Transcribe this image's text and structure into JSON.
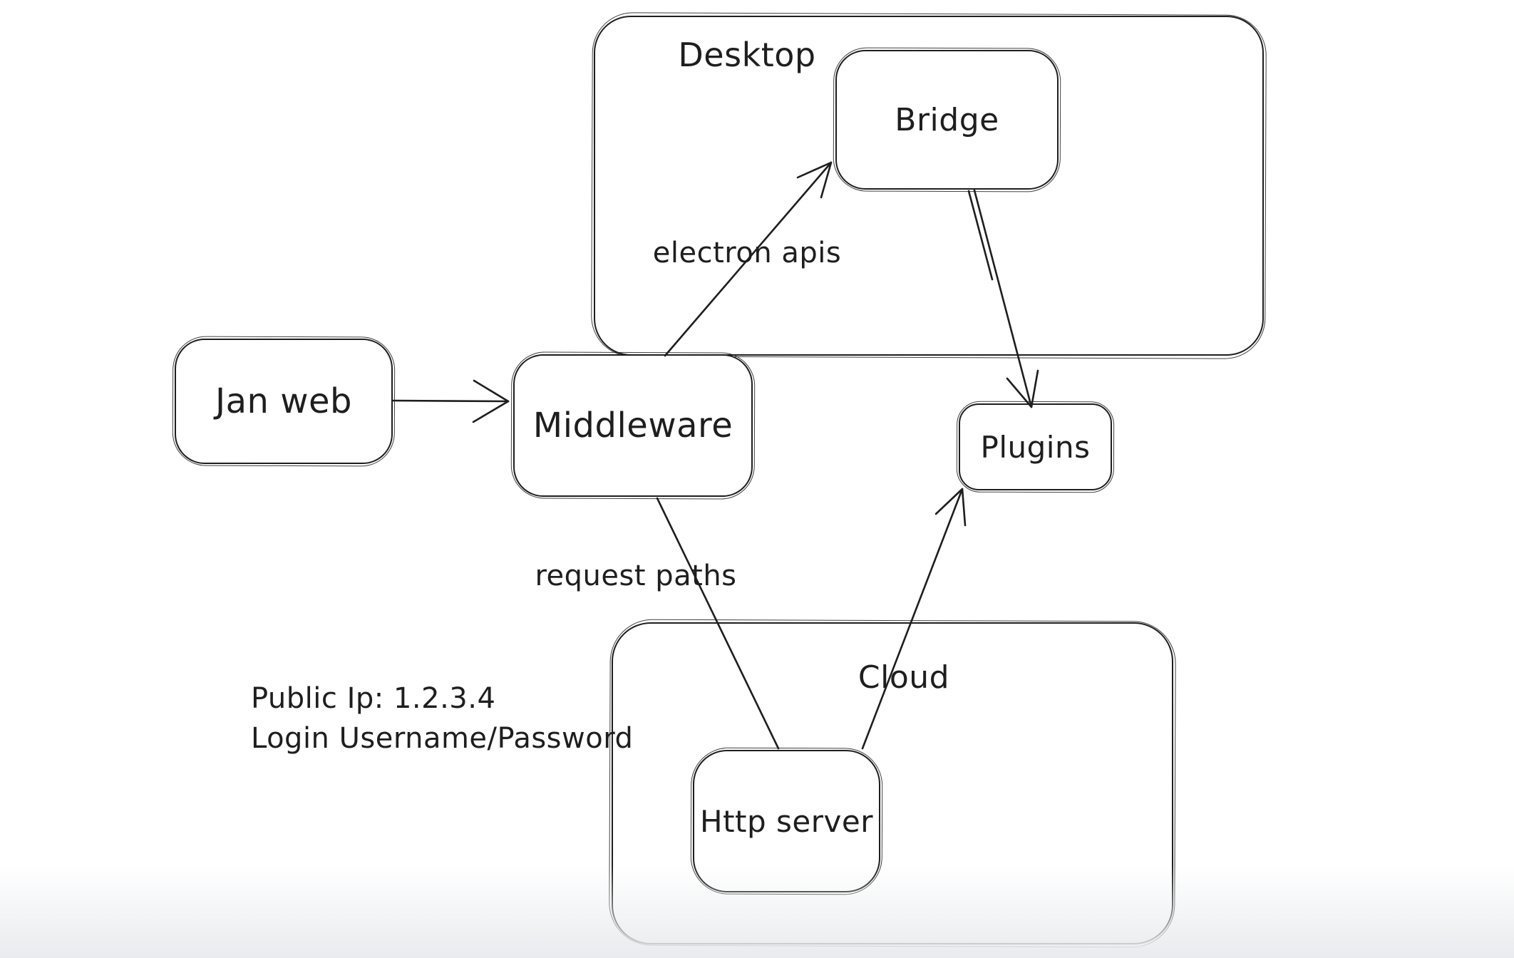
{
  "canvas": {
    "background": "#ffffff",
    "stroke_color": "#1e1e1e"
  },
  "containers": [
    {
      "id": "desktop",
      "label": "Desktop"
    },
    {
      "id": "cloud",
      "label": "Cloud"
    }
  ],
  "nodes": [
    {
      "id": "jan-web",
      "label": "Jan web"
    },
    {
      "id": "middleware",
      "label": "Middleware"
    },
    {
      "id": "bridge",
      "label": "Bridge"
    },
    {
      "id": "plugins",
      "label": "Plugins"
    },
    {
      "id": "http-server",
      "label": "Http server"
    }
  ],
  "edges": [
    {
      "id": "janweb-middleware",
      "from": "Jan web",
      "to": "Middleware",
      "label": "",
      "arrowhead": true
    },
    {
      "id": "middleware-bridge",
      "from": "Middleware",
      "to": "Bridge",
      "label": "electron apis",
      "arrowhead": true
    },
    {
      "id": "bridge-plugins",
      "from": "Bridge",
      "to": "Plugins",
      "label": "",
      "arrowhead": true
    },
    {
      "id": "middleware-httpserver",
      "from": "Middleware",
      "to": "Http server",
      "label": "request paths",
      "arrowhead": false
    },
    {
      "id": "httpserver-plugins",
      "from": "Http server",
      "to": "Plugins",
      "label": "",
      "arrowhead": true
    }
  ],
  "annotation": {
    "line1": "Public Ip: 1.2.3.4",
    "line2": "Login Username/Password"
  }
}
